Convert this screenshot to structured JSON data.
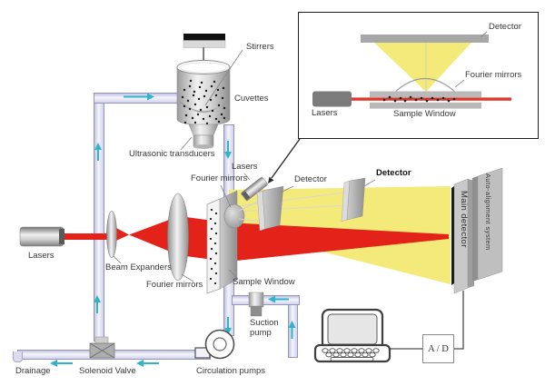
{
  "diagram": {
    "labels": {
      "stirrers": "Stirrers",
      "cuvettes": "Cuvettes",
      "ultrasonic_transducers": "Ultrasonic transducers",
      "lasers_main": "Lasers",
      "lasers_sample": "Lasers",
      "fourier_mirrors_upper": "Fourier mirrors",
      "fourier_mirrors_lower": "Fourier mirrors",
      "beam_expanders": "Beam Expanders",
      "sample_window": "Sample Window",
      "detector_left": "Detector",
      "detector_right": "Detector",
      "main_detector": "Main detector",
      "auto_alignment_system": "Auto-alignment system",
      "suction_pump": "Suction pump",
      "drainage": "Drainage",
      "solenoid_valve": "Solenoid Valve",
      "circulation_pumps": "Circulation pumps",
      "ad_converter": "A / D"
    },
    "inset": {
      "detector": "Detector",
      "fourier_mirrors": "Fourier mirrors",
      "lasers": "Lasers",
      "sample_window": "Sample Window"
    },
    "colors": {
      "beam_red": "#e3221a",
      "scatter_yellow": "#f3ea79",
      "pipe_fill": "#e6e6f4",
      "pipe_border": "#9494bc",
      "flow_arrow_cyan": "#2fb4c9"
    }
  }
}
